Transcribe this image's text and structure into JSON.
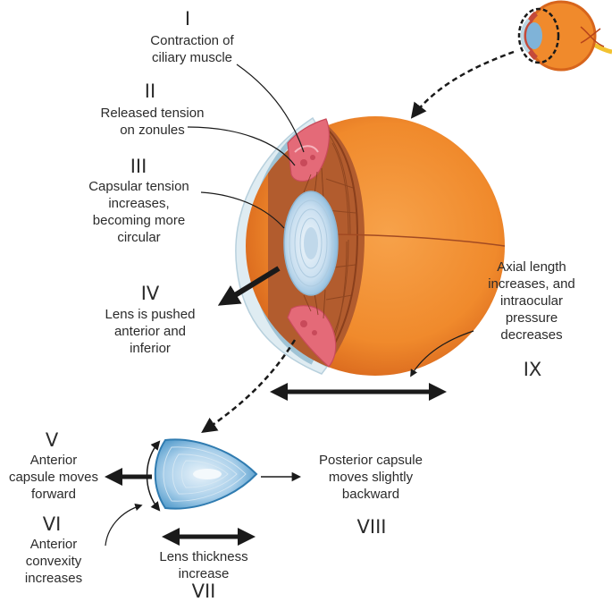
{
  "steps": [
    {
      "numeral": "I",
      "lines": [
        "Contraction of",
        "ciliary muscle"
      ]
    },
    {
      "numeral": "II",
      "lines": [
        "Released tension",
        "on zonules"
      ]
    },
    {
      "numeral": "III",
      "lines": [
        "Capsular tension",
        "increases,",
        "becoming more",
        "circular"
      ]
    },
    {
      "numeral": "IV",
      "lines": [
        "Lens is pushed",
        "anterior and",
        "inferior"
      ]
    },
    {
      "numeral": "V",
      "lines": [
        "Anterior",
        "capsule moves",
        "forward"
      ]
    },
    {
      "numeral": "VI",
      "lines": [
        "Anterior",
        "convexity",
        "increases"
      ]
    },
    {
      "numeral": "VII",
      "lines": [
        "Lens thickness",
        "increase"
      ]
    },
    {
      "numeral": "VIII",
      "lines": [
        "Posterior capsule",
        "moves slightly",
        "backward"
      ]
    },
    {
      "numeral": "IX",
      "lines": [
        "Axial length",
        "increases, and",
        "intraocular",
        "pressure",
        "decreases"
      ]
    }
  ],
  "colors": {
    "globe": "#f08a2c",
    "globe_dark": "#d7651c",
    "vitreous_brown": "#a0522d",
    "ciliary_pink": "#e46a78",
    "cornea": "#c6dde8",
    "iris_blue": "#1f6e96",
    "lens_light": "#dbeaf4",
    "lens_dark": "#3f8fc4",
    "arrow": "#1a1a1a"
  }
}
